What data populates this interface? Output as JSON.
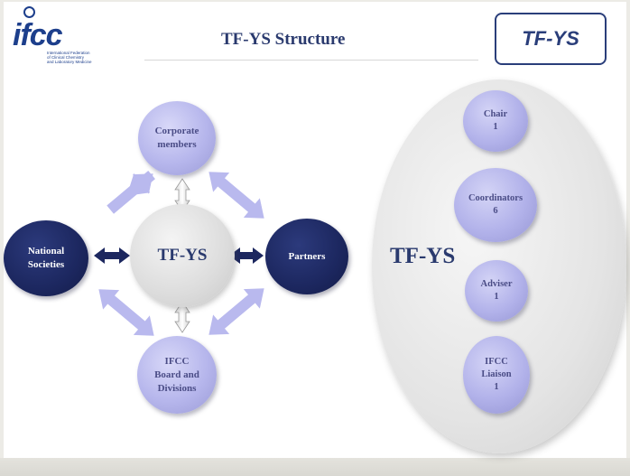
{
  "header": {
    "logo_mark": "ifcc",
    "logo_lines": [
      "International Federation",
      "of Clinical Chemistry",
      "and Laboratory Medicine"
    ],
    "title": "TF-YS Structure",
    "badge": "TF-YS"
  },
  "diagram": {
    "center": "TF-YS",
    "top": "Corporate\nmembers",
    "left": "National\nSocieties",
    "right": "Partners",
    "bottom": "IFCC\nBoard and\nDivisions"
  },
  "members": {
    "label": "TF-YS",
    "chair": "Chair\n1",
    "coordinators": "Coordinators\n6",
    "adviser": "Adviser\n1",
    "liaison": "IFCC\nLiaison\n1"
  },
  "colors": {
    "navy": "#1c275f",
    "lavender": "#b6b6ec",
    "arrow_light": "#b9b9ee",
    "title": "#2a3a6e"
  }
}
